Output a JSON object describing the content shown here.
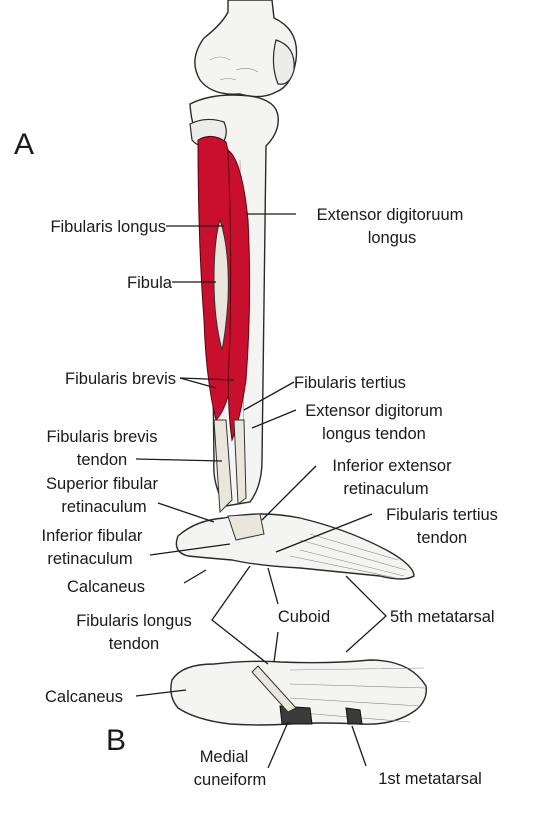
{
  "panels": {
    "a": "A",
    "b": "B"
  },
  "labels": {
    "fibularis_longus": "Fibularis longus",
    "extensor_digitoruum_longus_1": "Extensor digitoruum",
    "extensor_digitoruum_longus_2": "longus",
    "fibula": "Fibula",
    "fibularis_brevis": "Fibularis brevis",
    "fibularis_tertius": "Fibularis tertius",
    "extensor_digitorum_longus_tendon_1": "Extensor digitorum",
    "extensor_digitorum_longus_tendon_2": "longus tendon",
    "fibularis_brevis_tendon_1": "Fibularis brevis",
    "fibularis_brevis_tendon_2": "tendon",
    "inferior_extensor_retinaculum_1": "Inferior extensor",
    "inferior_extensor_retinaculum_2": "retinaculum",
    "superior_fibular_retinaculum_1": "Superior fibular",
    "superior_fibular_retinaculum_2": "retinaculum",
    "fibularis_tertius_tendon_1": "Fibularis tertius",
    "fibularis_tertius_tendon_2": "tendon",
    "inferior_fibular_retinaculum_1": "Inferior fibular",
    "inferior_fibular_retinaculum_2": "retinaculum",
    "calcaneus_a": "Calcaneus",
    "fibularis_longus_tendon_1": "Fibularis longus",
    "fibularis_longus_tendon_2": "tendon",
    "cuboid": "Cuboid",
    "fifth_metatarsal": "5th metatarsal",
    "calcaneus_b": "Calcaneus",
    "medial_cuneiform_1": "Medial",
    "medial_cuneiform_2": "cuneiform",
    "first_metatarsal": "1st metatarsal"
  },
  "colors": {
    "muscle": "#c8102e",
    "bone": "#f4f4f2",
    "ink": "#1a1a1a"
  }
}
